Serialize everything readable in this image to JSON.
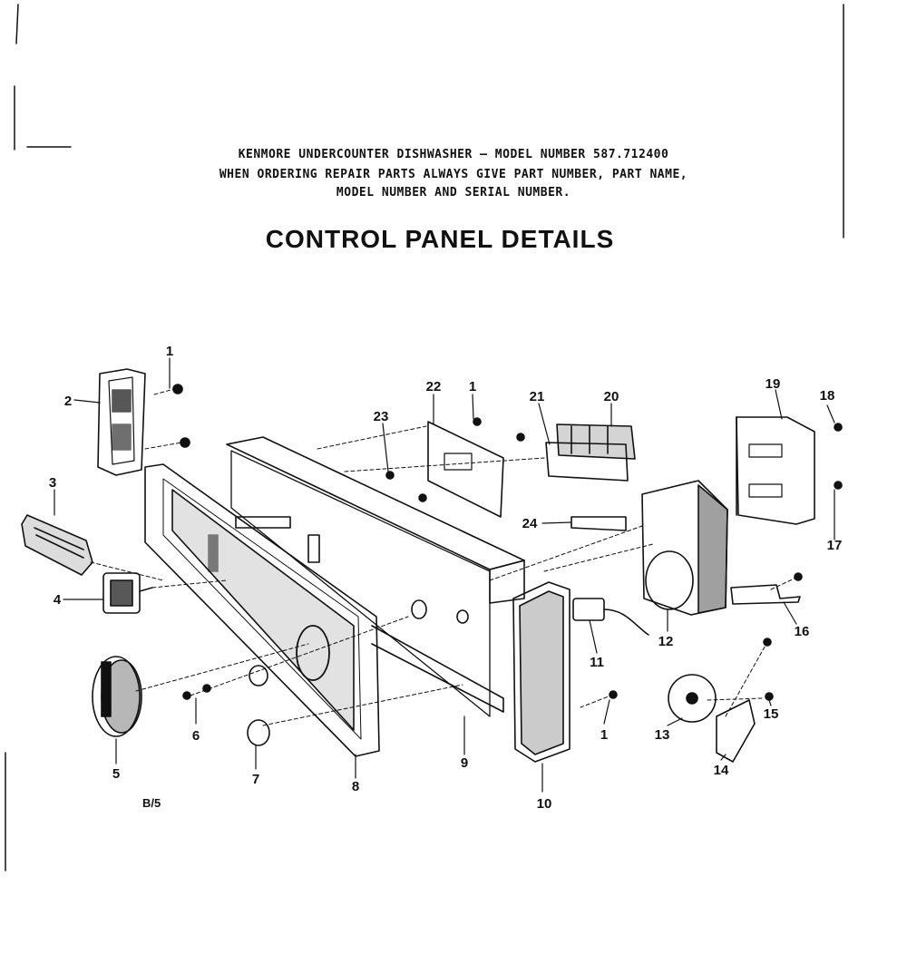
{
  "header": {
    "line1": "KENMORE UNDERCOUNTER DISHWASHER — MODEL NUMBER 587.712400",
    "line2": "WHEN ORDERING REPAIR PARTS ALWAYS GIVE PART NUMBER, PART NAME,",
    "line3": "MODEL NUMBER AND SERIAL NUMBER."
  },
  "title": "CONTROL PANEL DETAILS",
  "callouts": {
    "c1a": "1",
    "c1b": "1",
    "c1c": "1",
    "c2": "2",
    "c3": "3",
    "c4": "4",
    "c5": "5",
    "c6": "6",
    "c7": "7",
    "c8": "8",
    "c9": "9",
    "c10": "10",
    "c11": "11",
    "c12": "12",
    "c13": "13",
    "c14": "14",
    "c15": "15",
    "c16": "16",
    "c17": "17",
    "c18": "18",
    "c19": "19",
    "c20": "20",
    "c21": "21",
    "c22": "22",
    "c23": "23",
    "c24": "24"
  },
  "footnote": "B/5"
}
